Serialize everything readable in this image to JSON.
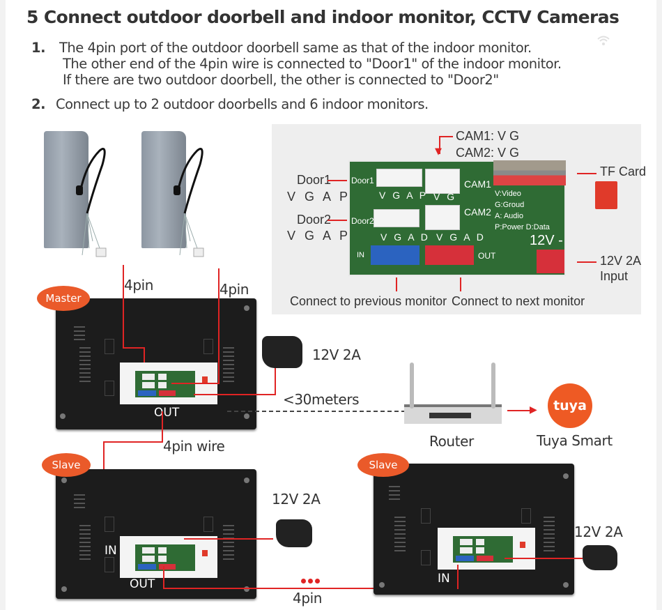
{
  "header": {
    "title": "5  Connect outdoor doorbell and indoor monitor, CCTV Cameras"
  },
  "instructions": [
    {
      "number": "1.",
      "lines": [
        "The 4pin port of the outdoor doorbell same as that of the indoor monitor.",
        "The other end of the 4pin wire is connected to \"Door1\" of the indoor monitor.",
        "If there are two outdoor doorbell, the other is connected to \"Door2\""
      ]
    },
    {
      "number": "2.",
      "lines": [
        "Connect up to 2 outdoor doorbells and 6 indoor monitors."
      ]
    }
  ],
  "pinout": {
    "cam1_label": "CAM1:  V  G",
    "cam2_label": "CAM2:  V  G",
    "door1_label": "Door1",
    "door1_pins": "V G A P",
    "door2_label": "Door2",
    "door2_pins": "V G A P",
    "tf_card": "TF Card",
    "power_input_line1": "12V 2A",
    "power_input_line2": "Input",
    "prev_monitor": "Connect to previous monitor",
    "next_monitor": "Connect to next monitor",
    "pcb": {
      "door1": "Door1",
      "door2": "Door2",
      "door1_pins": "V G A P",
      "cam_pins": "V G",
      "cam1": "CAM1",
      "cam2": "CAM2",
      "in_pins": "V G A D",
      "out_pins": "V G A D",
      "in": "IN",
      "out": "OUT",
      "power": "12V -",
      "legend": [
        "V:Video",
        "G:Groud",
        "A: Audio",
        "P:Power D:Data"
      ]
    }
  },
  "diagram": {
    "doorbell_wire_1": "4pin",
    "doorbell_wire_2": "4pin",
    "master_badge": "Master",
    "master_out": "OUT",
    "master_power": "12V 2A",
    "distance": "<30meters",
    "router": "Router",
    "tuya_logo": "tuya",
    "tuya_label": "Tuya Smart",
    "link_wire": "4pin wire",
    "slave1_badge": "Slave",
    "slave1_in": "IN",
    "slave1_out": "OUT",
    "slave1_power": "12V 2A",
    "slave_link": "4pin",
    "slave2_badge": "Slave",
    "slave2_in": "IN",
    "slave2_power": "12V 2A"
  },
  "colors": {
    "accent_red": "#e02424",
    "badge_orange": "#ea5a2a",
    "tuya_orange": "#ee5a24",
    "pcb_green": "#2f6b34"
  }
}
